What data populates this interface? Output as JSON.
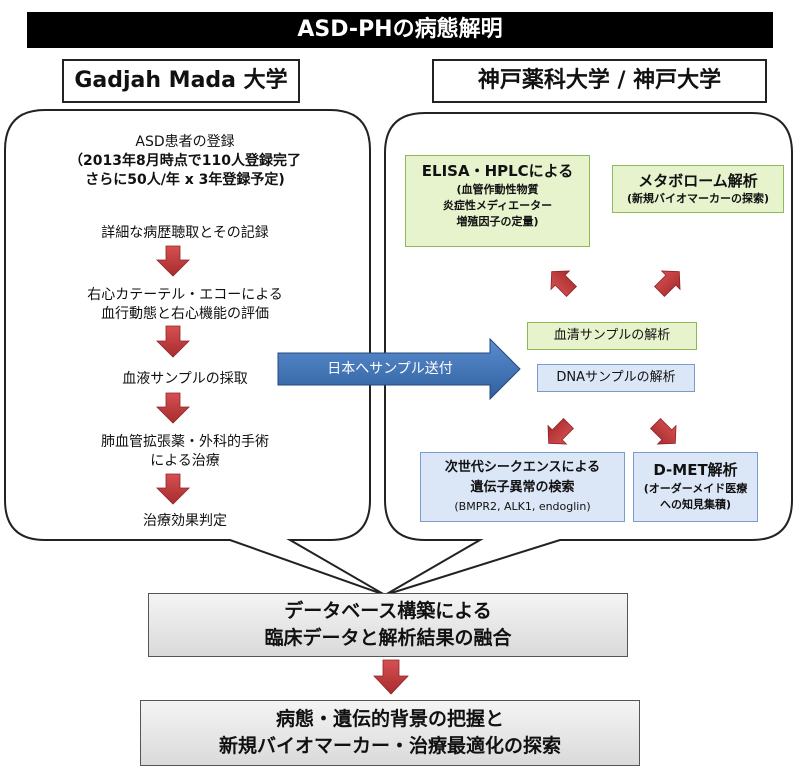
{
  "title": "ASD-PHの病態解明",
  "left_institution": "Gadjah Mada 大学",
  "right_institution": "神戸薬科大学 / 神戸大学",
  "left_steps": {
    "registration_line1": "ASD患者の登録",
    "registration_line2": "（2013年8月時点で110人登録完了",
    "registration_line3": "さらに50人/年 x 3年登録予定)",
    "history": "詳細な病歴聴取とその記録",
    "cath_line1": "右心カテーテル・エコーによる",
    "cath_line2": "血行動態と右心機能の評価",
    "blood": "血液サンプルの採取",
    "treatment_line1": "肺血管拡張薬・外科的手術",
    "treatment_line2": "による治療",
    "evaluation": "治療効果判定"
  },
  "transfer_arrow_label": "日本へサンプル送付",
  "right_boxes": {
    "elisa_title": "ELISA・HPLCによる",
    "elisa_line1": "(血管作動性物質",
    "elisa_line2": "炎症性メディエーター",
    "elisa_line3": "増殖因子の定量)",
    "metabolome_title": "メタボローム解析",
    "metabolome_sub": "(新規バイオマーカーの探索)",
    "serum": "血清サンプルの解析",
    "dna": "DNAサンプルの解析",
    "ngs_line1": "次世代シークエンスによる",
    "ngs_line2": "遺伝子異常の検索",
    "ngs_line3": "(BMPR2, ALK1, endoglin)",
    "dmet_title": "D-MET解析",
    "dmet_line1": "(オーダーメイド医療",
    "dmet_line2": "への知見集積)"
  },
  "database_line1": "データベース構築による",
  "database_line2": "臨床データと解析結果の融合",
  "final_line1": "病態・遺伝的背景の把握と",
  "final_line2": "新規バイオマーカー・治療最適化の探索",
  "colors": {
    "red_arrow": "#c0393b",
    "blue_arrow": "#3f6fae",
    "green_box": "#e6f3cc",
    "blue_box": "#dbe7f7"
  }
}
